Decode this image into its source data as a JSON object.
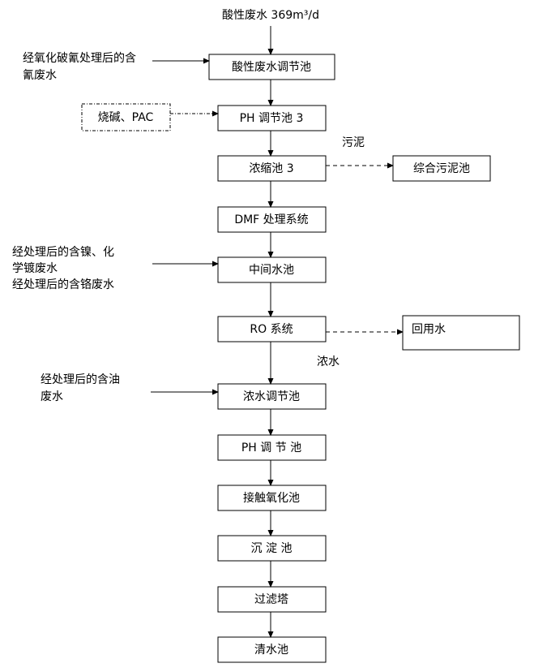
{
  "diagram": {
    "input_top": "酸性废水  369m³/d",
    "boxes": [
      "酸性废水调节池",
      "PH 调节池 3",
      "浓缩池 3",
      "DMF 处理系统",
      "中间水池",
      "RO 系统",
      "浓水调节池",
      "PH  调  节  池",
      "接触氧化池",
      "沉  淀  池",
      "过滤塔",
      "清水池"
    ],
    "side_boxes": {
      "chemicals": "烧碱、PAC",
      "sludge_pool": "综合污泥池",
      "reuse_water": "回用水"
    },
    "side_labels": {
      "sludge": "污泥",
      "concentrate": "浓水"
    },
    "inputs": {
      "cyanide": [
        "经氧化破氰处理后的含",
        "氰废水"
      ],
      "nickel_chrome": [
        "经处理后的含镍、化",
        "学镀废水",
        "经处理后的含铬废水"
      ],
      "oil": [
        "经处理后的含油",
        "废水"
      ]
    }
  }
}
